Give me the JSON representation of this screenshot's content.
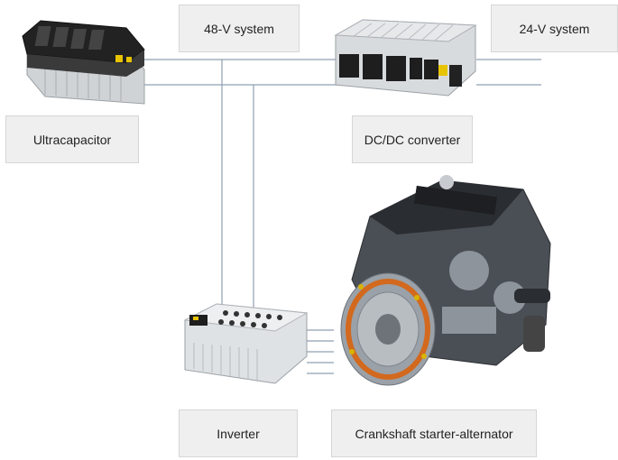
{
  "labels": {
    "system_48v": "48-V system",
    "system_24v": "24-V system",
    "ultracapacitor": "Ultracapacitor",
    "dcdc_converter": "DC/DC converter",
    "inverter": "Inverter",
    "crankshaft_starter_alternator": "Crankshaft starter-alternator"
  },
  "colors": {
    "wire": "#8fa0b0",
    "box_fill": "#efefef",
    "box_border": "#d6d6d6",
    "accent_yellow": "#e8c400",
    "accent_orange": "#d2691e"
  }
}
